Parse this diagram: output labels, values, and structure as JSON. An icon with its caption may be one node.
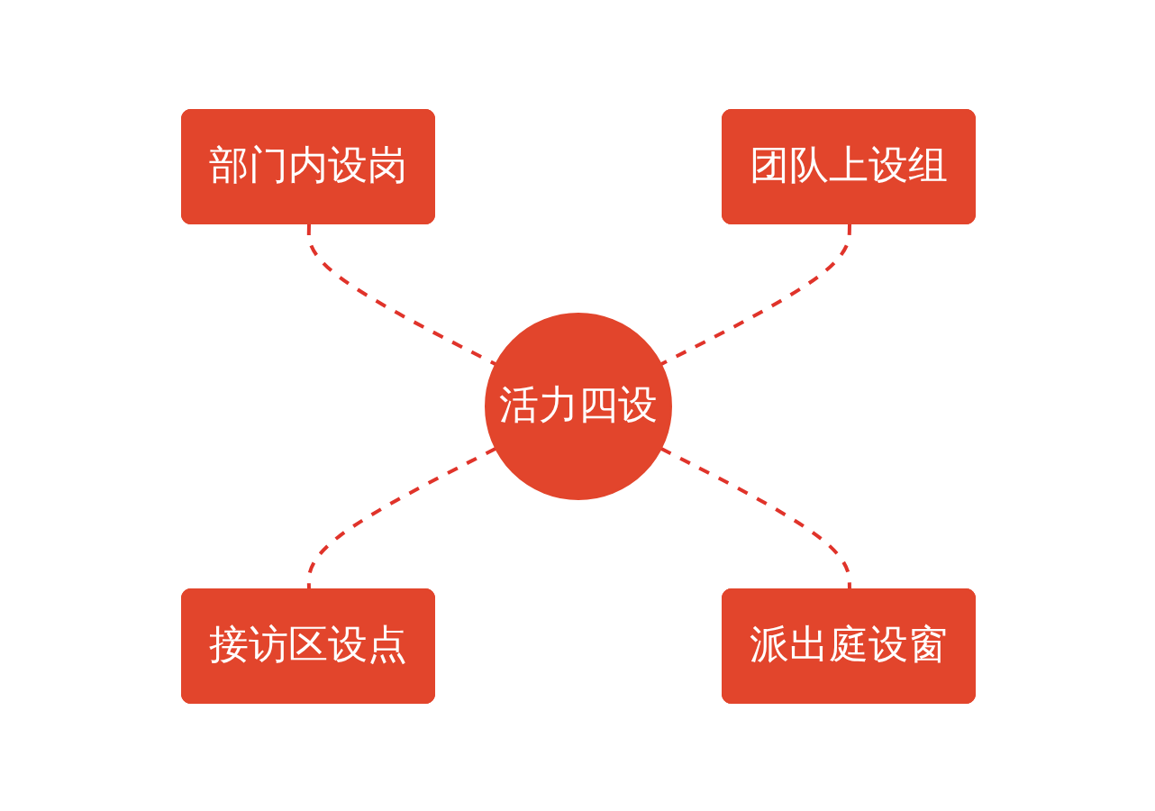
{
  "diagram": {
    "nodes": [
      {
        "text": [
          "部门内设岗"
        ]
      },
      {
        "text": [
          "团队上设组"
        ]
      },
      {
        "text": [
          "活力四设"
        ]
      },
      {
        "text": [
          "接访区设点"
        ]
      },
      {
        "text": [
          "派出庭设窗"
        ]
      }
    ],
    "edges": [
      {
        "from": 0,
        "to": 2,
        "arrow": "none",
        "style": "dashed"
      },
      {
        "from": 1,
        "to": 2,
        "arrow": "none",
        "style": "dashed"
      },
      {
        "from": 2,
        "to": 3,
        "arrow": "none",
        "style": "dashed"
      },
      {
        "from": 2,
        "to": 4,
        "arrow": "none",
        "style": "dashed"
      }
    ]
  }
}
